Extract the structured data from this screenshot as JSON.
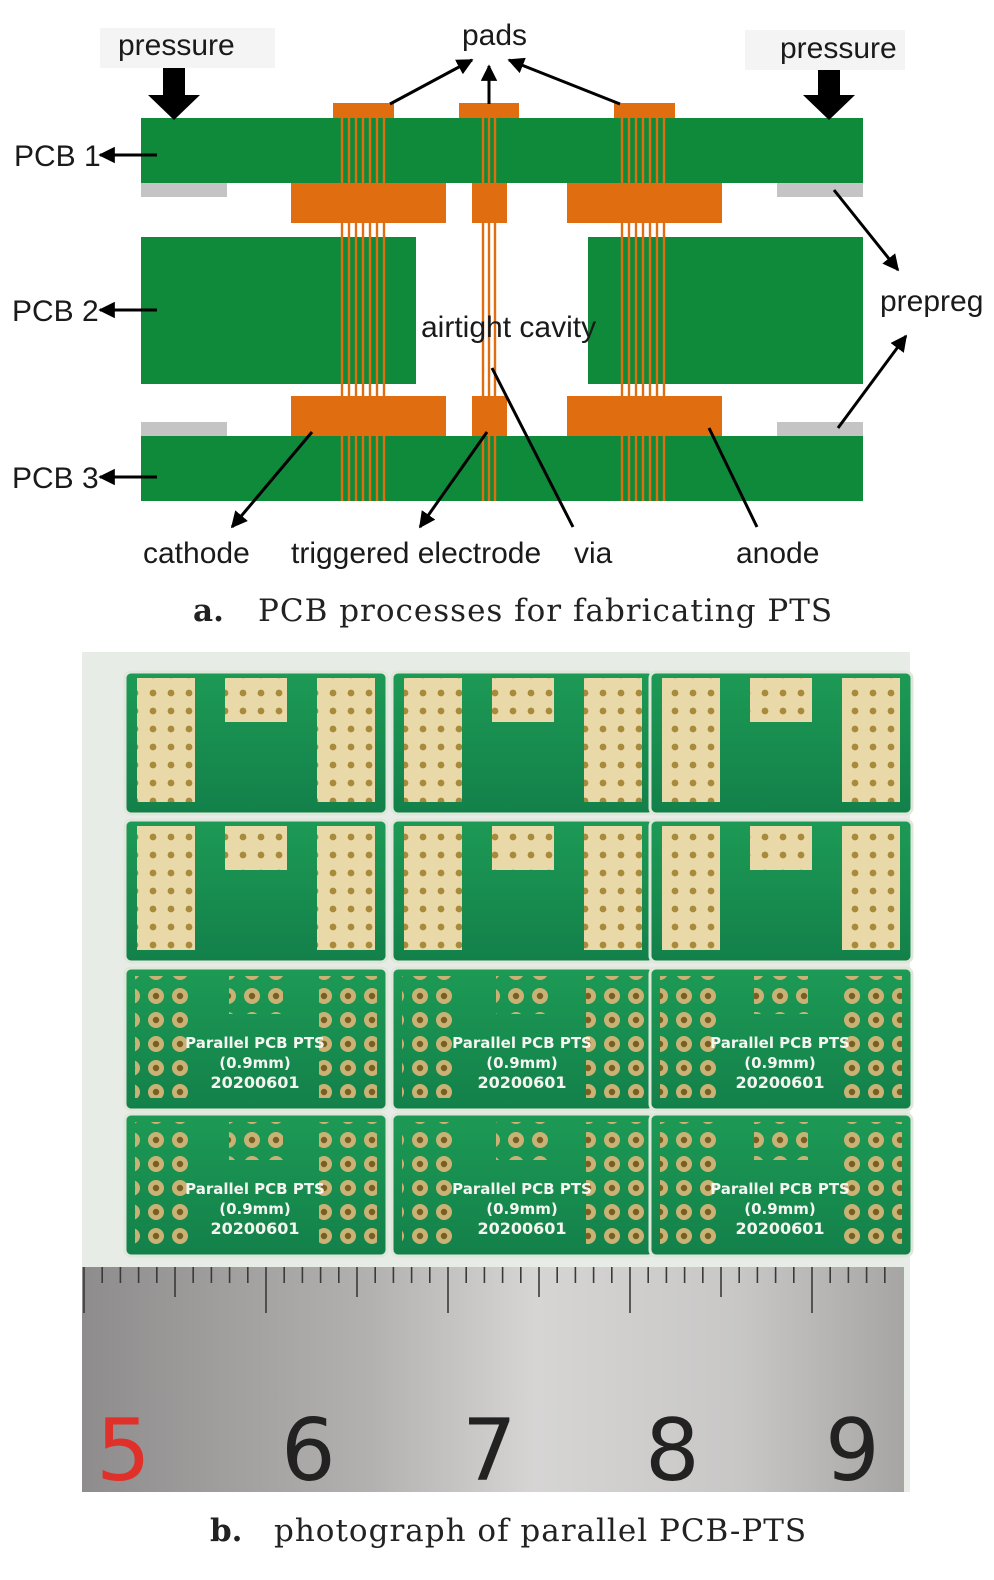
{
  "diagram": {
    "labels": {
      "pressure_left": "pressure",
      "pressure_right": "pressure",
      "pads": "pads",
      "pcb1": "PCB 1",
      "pcb2": "PCB 2",
      "pcb3": "PCB 3",
      "prepreg": "prepreg",
      "airtight_cavity": "airtight cavity",
      "cathode": "cathode",
      "triggered_electrode": "triggered electrode",
      "via": "via",
      "anode": "anode"
    },
    "caption": {
      "letter": "a.",
      "text": "PCB processes for fabricating PTS"
    },
    "colors": {
      "board": "#0f8a3a",
      "copper": "#e06e10",
      "prepreg": "#c4c4c4",
      "arrow": "#000000"
    }
  },
  "photo": {
    "board_text": [
      "Parallel PCB PTS",
      "(0.9mm)",
      "20200601"
    ],
    "ruler_numbers": [
      "5",
      "6",
      "7",
      "8",
      "9"
    ],
    "caption": {
      "letter": "b.",
      "text": "photograph of parallel PCB-PTS"
    }
  }
}
